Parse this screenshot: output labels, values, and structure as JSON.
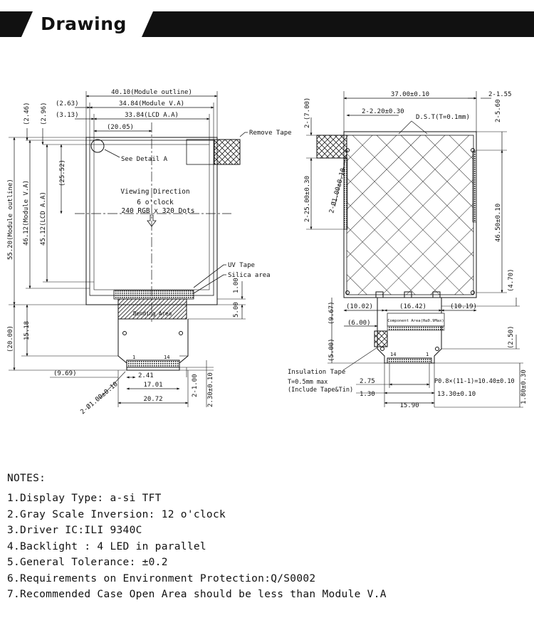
{
  "header": {
    "title": "Drawing"
  },
  "front_view": {
    "dims": {
      "module_outline_w": "40.10(Module outline)",
      "module_va_w": "34.84(Module V.A)",
      "lcd_aa_w": "33.84(LCD A.A)",
      "ref_263": "(2.63)",
      "ref_313": "(3.13)",
      "ref_2005": "(20.05)",
      "ref_246": "(2.46)",
      "ref_296": "(2.96)",
      "ref_2552": "(25.52)",
      "module_outline_h": "55.20(Module outline)",
      "module_va_h": "46.12(Module V.A)",
      "lcd_aa_h": "45.12(LCD A.A)",
      "ref_2000": "(20.00)",
      "dim_1518": "15.18",
      "dim_100": "1.00",
      "dim_500": "5.00",
      "ref_969": "(9.69)",
      "dim_241": "2.41",
      "dim_1701": "17.01",
      "dim_2072": "20.72",
      "dim_2x100": "2-1.00",
      "dim_230": "2.30±0.10",
      "dim_holes": "2-Ø1.00±0.10",
      "pin_1": "1",
      "pin_14": "14"
    },
    "callouts": {
      "remove_tape": "Remove Tape",
      "detail_a": "See Detail A",
      "uv_tape": "UV Tape",
      "silica_area": "Silica area",
      "bending_area": "Bending Area"
    },
    "viewing": {
      "line1": "Viewing Direction",
      "line2": "6 o'clock",
      "line3": "240 RGB x 320 Dots"
    }
  },
  "back_view": {
    "dims": {
      "width_37": "37.00±0.10",
      "dim_155": "2-1.55",
      "dim_220": "2-2.20±0.30",
      "dst": "D.S.T(T=0.1mm)",
      "dim_700": "2-(7.00)",
      "dim_2500": "2-25.00±0.30",
      "dim_holes": "2-Ø1.00±0.10",
      "dim_560": "2-5.60",
      "dim_4650": "46.50±0.10",
      "dim_470": "(4.70)",
      "dim_1002": "(10.02)",
      "dim_1642": "(16.42)",
      "dim_1019": "(10.19)",
      "dim_967": "(9.67)",
      "dim_600": "(6.00)",
      "dim_250": "(2.50)",
      "dim_500": "(5.00)",
      "component_area": "Component Area(H≤0.9Max)",
      "insulation_tape": "Insulation Tape",
      "tape_note1": "T=0.5mm max",
      "tape_note2": "(Include Tape&Tin)",
      "dim_275": "2.75",
      "dim_130": "1.30",
      "pitch": "P0.8×(11-1)=10.40±0.10",
      "dim_1330": "13.30±0.10",
      "dim_1590": "15.90",
      "dim_180": "1.80±0.30",
      "pin_14": "14",
      "pin_1": "1"
    }
  },
  "notes": {
    "title": "NOTES:",
    "items": [
      "1.Display Type: a-si TFT",
      "2.Gray Scale Inversion: 12 o'clock",
      "3.Driver IC:ILI 9340C",
      "4.Backlight : 4 LED in parallel",
      "5.General Tolerance: ±0.2",
      "6.Requirements on Environment Protection:Q/S0002",
      " 7.Recommended Case Open Area should be less than Module V.A"
    ]
  }
}
